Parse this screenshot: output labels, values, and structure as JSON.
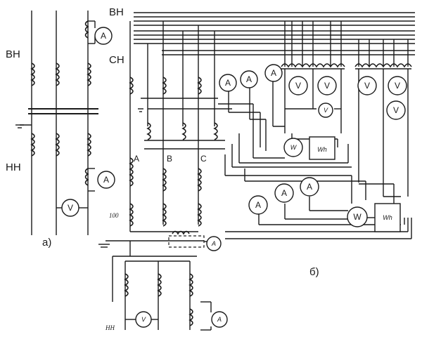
{
  "labels": {
    "hv_left": "ВН",
    "lv_left": "НН",
    "hv_right": "ВН",
    "mv_right": "СН",
    "part_a": "а)",
    "part_b": "б)",
    "phase_a": "A",
    "phase_b": "B",
    "phase_c": "C",
    "note_100": "100",
    "note_hn": "НН"
  },
  "meters": {
    "ammeter": "A",
    "voltmeter": "V",
    "wattmeter": "W",
    "energy_meter": "Wh"
  }
}
